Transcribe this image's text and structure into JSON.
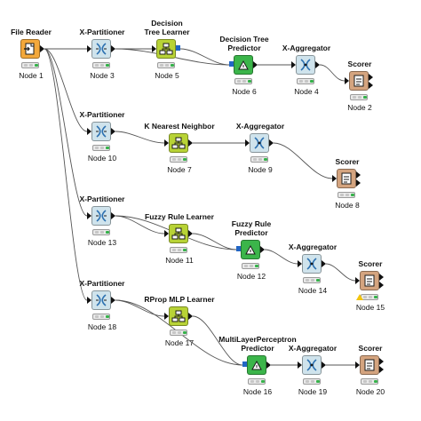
{
  "colors": {
    "reader": "#f3a83b",
    "partitioner": "#cfe3ec",
    "learner": "#b8d336",
    "predictor": "#3bb54a",
    "aggregator": "#cfe3ec",
    "scorer": "#d4a47f",
    "status_green": "#35b24a",
    "status_off": "#c6c6c6",
    "model_port": "#2266c4",
    "warning": "#f2c40f"
  },
  "nodes": [
    {
      "key": "n1",
      "name": "File Reader",
      "id": "Node 1",
      "type": "reader",
      "icon": "file-reader-icon"
    },
    {
      "key": "n3",
      "name": "X-Partitioner",
      "id": "Node 3",
      "type": "partitioner",
      "icon": "x-partitioner-icon"
    },
    {
      "key": "n5",
      "name": "Decision\nTree Learner",
      "id": "Node 5",
      "type": "learner",
      "icon": "decision-tree-learner-icon"
    },
    {
      "key": "n6",
      "name": "Decision Tree\nPredictor",
      "id": "Node 6",
      "type": "predictor",
      "icon": "decision-tree-predictor-icon"
    },
    {
      "key": "n4",
      "name": "X-Aggregator",
      "id": "Node 4",
      "type": "aggregator",
      "icon": "x-aggregator-icon"
    },
    {
      "key": "n2",
      "name": "Scorer",
      "id": "Node 2",
      "type": "scorer",
      "icon": "scorer-icon"
    },
    {
      "key": "n10",
      "name": "X-Partitioner",
      "id": "Node 10",
      "type": "partitioner",
      "icon": "x-partitioner-icon"
    },
    {
      "key": "n7",
      "name": "K Nearest Neighbor",
      "id": "Node 7",
      "type": "learner",
      "icon": "k-nearest-neighbor-icon"
    },
    {
      "key": "n9",
      "name": "X-Aggregator",
      "id": "Node 9",
      "type": "aggregator",
      "icon": "x-aggregator-icon"
    },
    {
      "key": "n8",
      "name": "Scorer",
      "id": "Node 8",
      "type": "scorer",
      "icon": "scorer-icon"
    },
    {
      "key": "n13",
      "name": "X-Partitioner",
      "id": "Node 13",
      "type": "partitioner",
      "icon": "x-partitioner-icon"
    },
    {
      "key": "n11",
      "name": "Fuzzy Rule Learner",
      "id": "Node 11",
      "type": "learner",
      "icon": "fuzzy-rule-learner-icon"
    },
    {
      "key": "n12",
      "name": "Fuzzy Rule\nPredictor",
      "id": "Node 12",
      "type": "predictor",
      "icon": "fuzzy-rule-predictor-icon"
    },
    {
      "key": "n14",
      "name": "X-Aggregator",
      "id": "Node 14",
      "type": "aggregator",
      "icon": "x-aggregator-icon"
    },
    {
      "key": "n15",
      "name": "Scorer",
      "id": "Node 15",
      "type": "scorer",
      "icon": "scorer-icon",
      "warning": true
    },
    {
      "key": "n18",
      "name": "X-Partitioner",
      "id": "Node 18",
      "type": "partitioner",
      "icon": "x-partitioner-icon"
    },
    {
      "key": "n17",
      "name": "RProp MLP Learner",
      "id": "Node 17",
      "type": "learner",
      "icon": "rprop-mlp-learner-icon"
    },
    {
      "key": "n16",
      "name": "MultiLayerPerceptron\nPredictor",
      "id": "Node 16",
      "type": "predictor",
      "icon": "mlp-predictor-icon"
    },
    {
      "key": "n19",
      "name": "X-Aggregator",
      "id": "Node 19",
      "type": "aggregator",
      "icon": "x-aggregator-icon"
    },
    {
      "key": "n20",
      "name": "Scorer",
      "id": "Node 20",
      "type": "scorer",
      "icon": "scorer-icon"
    }
  ],
  "connections": [
    [
      "n1",
      "n3"
    ],
    [
      "n1",
      "n10"
    ],
    [
      "n1",
      "n13"
    ],
    [
      "n1",
      "n18"
    ],
    [
      "n3",
      "n5"
    ],
    [
      "n3",
      "n6"
    ],
    [
      "n5",
      "n6"
    ],
    [
      "n6",
      "n4"
    ],
    [
      "n4",
      "n2"
    ],
    [
      "n10",
      "n7"
    ],
    [
      "n7",
      "n9"
    ],
    [
      "n9",
      "n8"
    ],
    [
      "n13",
      "n11"
    ],
    [
      "n13",
      "n12"
    ],
    [
      "n11",
      "n12"
    ],
    [
      "n12",
      "n14"
    ],
    [
      "n14",
      "n15"
    ],
    [
      "n18",
      "n17"
    ],
    [
      "n18",
      "n16"
    ],
    [
      "n17",
      "n16"
    ],
    [
      "n16",
      "n19"
    ],
    [
      "n19",
      "n20"
    ]
  ]
}
